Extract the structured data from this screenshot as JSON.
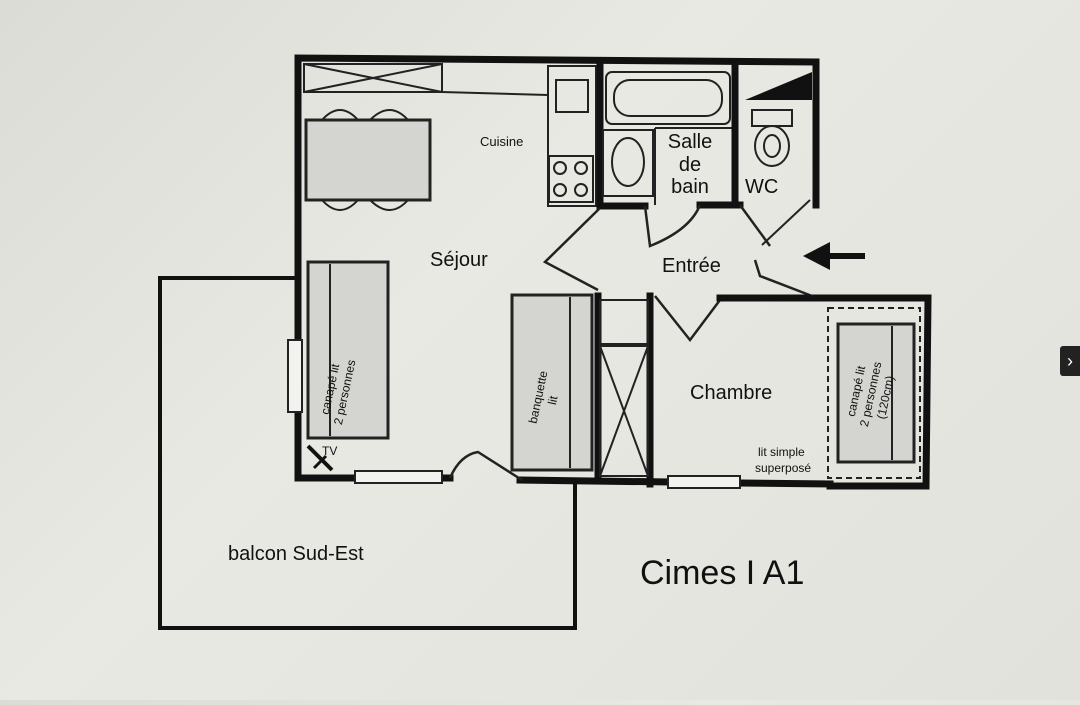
{
  "plan": {
    "title": "Cimes I A1",
    "rooms": {
      "cuisine": "Cuisine",
      "sejour": "Séjour",
      "salle_de_bain": [
        "Salle",
        "de",
        "bain"
      ],
      "wc": "WC",
      "entree": "Entrée",
      "chambre": "Chambre",
      "balcon": "balcon Sud-Est"
    },
    "furniture": {
      "sofa_left": [
        "canapé lit",
        "2 personnes"
      ],
      "banquette": [
        "banquette",
        "lit"
      ],
      "sofa_right": [
        "canapé lit",
        "2 personnes",
        "(120cm)"
      ],
      "bunk": [
        "lit simple",
        "superposé"
      ],
      "tv": "TV"
    }
  },
  "ui": {
    "next_icon": "chevron-right-icon",
    "next_glyph": "›"
  }
}
